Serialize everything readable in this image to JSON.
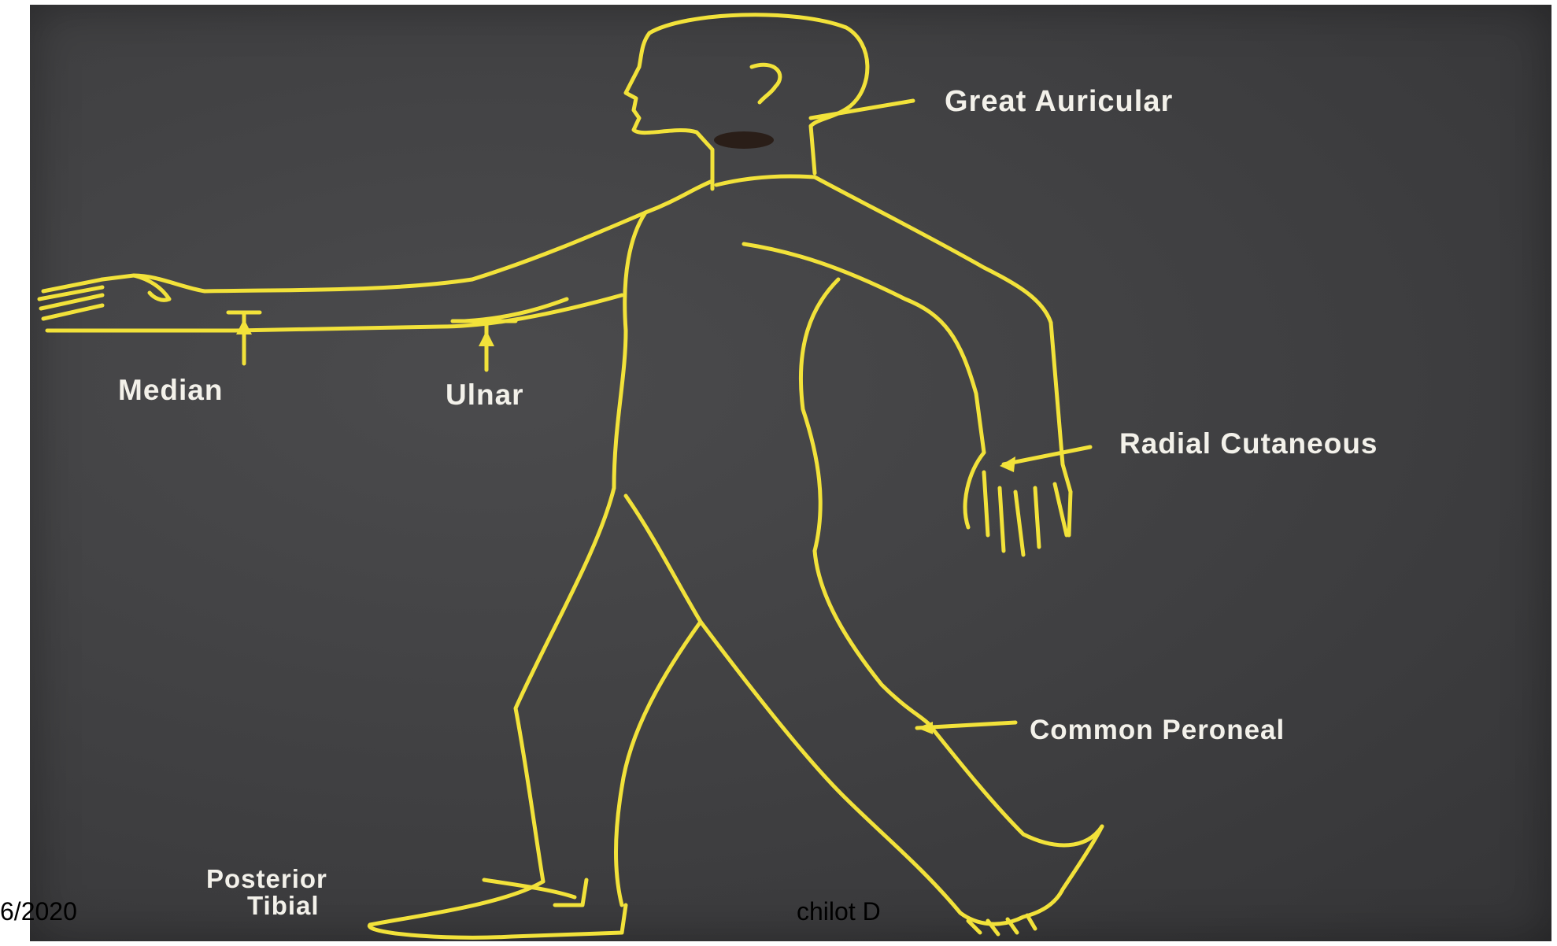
{
  "colors": {
    "board": "#404042",
    "nerve_line": "#f2e23a",
    "label_text": "#f3f1ea",
    "footer_text": "#000000"
  },
  "labels": {
    "great_auricular": "Great Auricular",
    "median": "Median",
    "ulnar": "Ulnar",
    "radial_cutaneous": "Radial Cutaneous",
    "common_peroneal": "Common Peroneal",
    "posterior_line1": "Posterior",
    "posterior_line2": "Tibial"
  },
  "footer": {
    "date": "6/2020",
    "author": "chilot D"
  }
}
